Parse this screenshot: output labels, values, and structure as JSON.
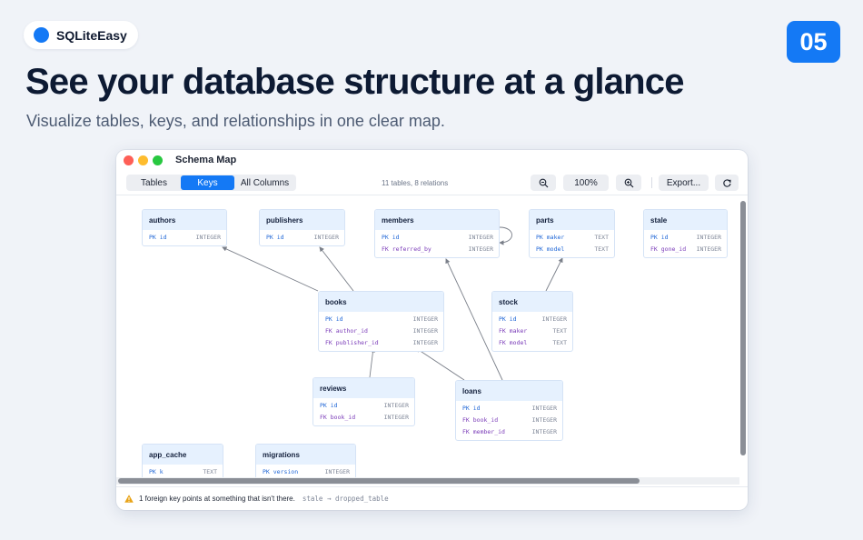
{
  "brand": {
    "name": "SQLiteEasy",
    "accent": "#1479f5"
  },
  "step": "05",
  "headline": "See your database structure at a glance",
  "subline": "Visualize tables, keys, and relationships in one clear map.",
  "window": {
    "title": "Schema Map",
    "tabs": [
      "Tables",
      "Keys",
      "All Columns"
    ],
    "selected_tab": "Keys",
    "counts": "11 tables, 8 relations",
    "zoom_level": "100%",
    "export_label": "Export...",
    "icons": [
      "zoom-out-icon",
      "zoom-in-icon",
      "refresh-icon",
      "warning-icon"
    ]
  },
  "tables": [
    {
      "name": "authors",
      "columns": [
        {
          "key": "PK",
          "name": "id",
          "type": "INTEGER"
        }
      ]
    },
    {
      "name": "publishers",
      "columns": [
        {
          "key": "PK",
          "name": "id",
          "type": "INTEGER"
        }
      ]
    },
    {
      "name": "members",
      "columns": [
        {
          "key": "PK",
          "name": "id",
          "type": "INTEGER"
        },
        {
          "key": "FK",
          "name": "referred_by",
          "type": "INTEGER"
        }
      ]
    },
    {
      "name": "parts",
      "columns": [
        {
          "key": "PK",
          "name": "maker",
          "type": "TEXT"
        },
        {
          "key": "PK",
          "name": "model",
          "type": "TEXT"
        }
      ]
    },
    {
      "name": "stale",
      "columns": [
        {
          "key": "PK",
          "name": "id",
          "type": "INTEGER"
        },
        {
          "key": "FK",
          "name": "gone_id",
          "type": "INTEGER"
        }
      ]
    },
    {
      "name": "books",
      "columns": [
        {
          "key": "PK",
          "name": "id",
          "type": "INTEGER"
        },
        {
          "key": "FK",
          "name": "author_id",
          "type": "INTEGER"
        },
        {
          "key": "FK",
          "name": "publisher_id",
          "type": "INTEGER"
        }
      ]
    },
    {
      "name": "stock",
      "columns": [
        {
          "key": "PK",
          "name": "id",
          "type": "INTEGER"
        },
        {
          "key": "FK",
          "name": "maker",
          "type": "TEXT"
        },
        {
          "key": "FK",
          "name": "model",
          "type": "TEXT"
        }
      ]
    },
    {
      "name": "reviews",
      "columns": [
        {
          "key": "PK",
          "name": "id",
          "type": "INTEGER"
        },
        {
          "key": "FK",
          "name": "book_id",
          "type": "INTEGER"
        }
      ]
    },
    {
      "name": "loans",
      "columns": [
        {
          "key": "PK",
          "name": "id",
          "type": "INTEGER"
        },
        {
          "key": "FK",
          "name": "book_id",
          "type": "INTEGER"
        },
        {
          "key": "FK",
          "name": "member_id",
          "type": "INTEGER"
        }
      ]
    },
    {
      "name": "app_cache",
      "columns": [
        {
          "key": "PK",
          "name": "k",
          "type": "TEXT"
        }
      ]
    },
    {
      "name": "migrations",
      "columns": [
        {
          "key": "PK",
          "name": "version",
          "type": "INTEGER"
        }
      ]
    }
  ],
  "relations": [
    {
      "from": "books",
      "to": "authors"
    },
    {
      "from": "books",
      "to": "publishers"
    },
    {
      "from": "members",
      "to": "members"
    },
    {
      "from": "stock",
      "to": "parts"
    },
    {
      "from": "reviews",
      "to": "books"
    },
    {
      "from": "loans",
      "to": "books"
    },
    {
      "from": "loans",
      "to": "members"
    }
  ],
  "footer": {
    "warning": "1 foreign key points at something that isn't there.",
    "detail": "stale → dropped_table"
  }
}
